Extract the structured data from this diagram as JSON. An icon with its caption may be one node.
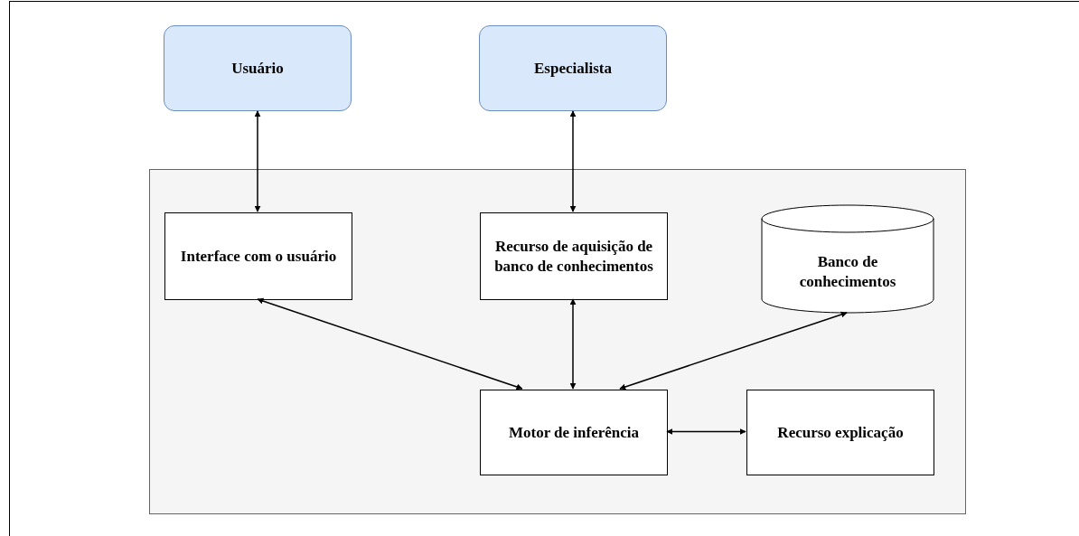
{
  "diagram": {
    "nodes": [
      {
        "text": [
          "Usuário"
        ]
      },
      {
        "text": [
          "Especialista"
        ]
      },
      {
        "text": [],
        "shape": "box"
      },
      {
        "text": [
          "Interface com o usuário"
        ],
        "in": 2
      },
      {
        "text": [
          "Recurso de aquisição de banco de conhecimentos"
        ],
        "in": 2
      },
      {
        "text": [
          "Banco de conhecimentos"
        ],
        "in": 2
      },
      {
        "text": [
          "Motor de inferência"
        ],
        "in": 2
      },
      {
        "text": [
          "Recurso explicação"
        ],
        "in": 2
      }
    ],
    "edges": [
      {
        "from": 0,
        "to": 3,
        "arrow": "both"
      },
      {
        "from": 1,
        "to": 4,
        "arrow": "both"
      },
      {
        "from": 3,
        "to": 6,
        "arrow": "both"
      },
      {
        "from": 4,
        "to": 6,
        "arrow": "both"
      },
      {
        "from": 5,
        "to": 6,
        "arrow": "both"
      },
      {
        "from": 6,
        "to": 7,
        "arrow": "both"
      }
    ]
  }
}
